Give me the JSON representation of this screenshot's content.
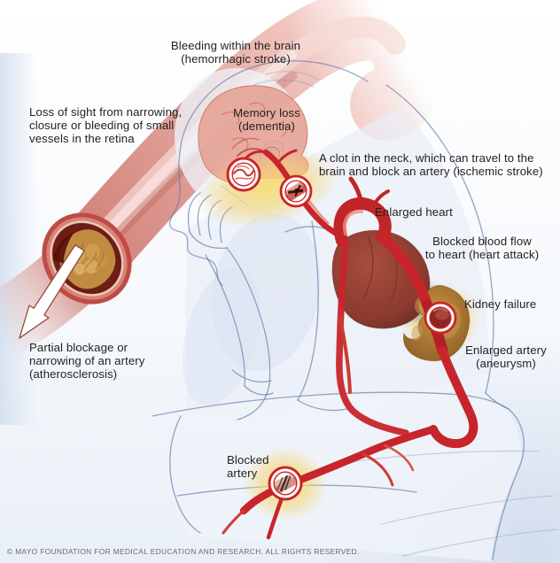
{
  "annotations": {
    "hemorrhagic_stroke": "Bleeding within the brain\n(hemorrhagic stroke)",
    "retina": "Loss of sight from narrowing,\nclosure or bleeding of small\nvessels in the retina",
    "dementia": "Memory loss\n(dementia)",
    "ischemic_stroke": "A clot in the neck, which can travel to the\nbrain and block an artery (ischemic stroke)",
    "enlarged_heart": "Enlarged heart",
    "heart_attack": "Blocked blood flow\nto heart (heart attack)",
    "kidney_failure": "Kidney failure",
    "aneurysm": "Enlarged artery\n(aneurysm)",
    "atherosclerosis": "Partial blockage or\nnarrowing of an artery\n(atherosclerosis)",
    "blocked_artery": "Blocked\nartery"
  },
  "footer": {
    "copyright": "© MAYO FOUNDATION FOR MEDICAL EDUCATION AND RESEARCH. ALL RIGHTS RESERVED."
  },
  "colors": {
    "artery_red": "#c8242b",
    "marker_ring_red": "#cb2328",
    "glow_yellow": "#f6d775",
    "plaque_tan": "#c18c42",
    "tube_pink": "#dd988f",
    "heart_brown": "#8c4336",
    "kidney_brown": "#b07a33",
    "sketch_blue": "#5f76a8",
    "label_text": "#231f20",
    "footer_text": "#67686b"
  }
}
